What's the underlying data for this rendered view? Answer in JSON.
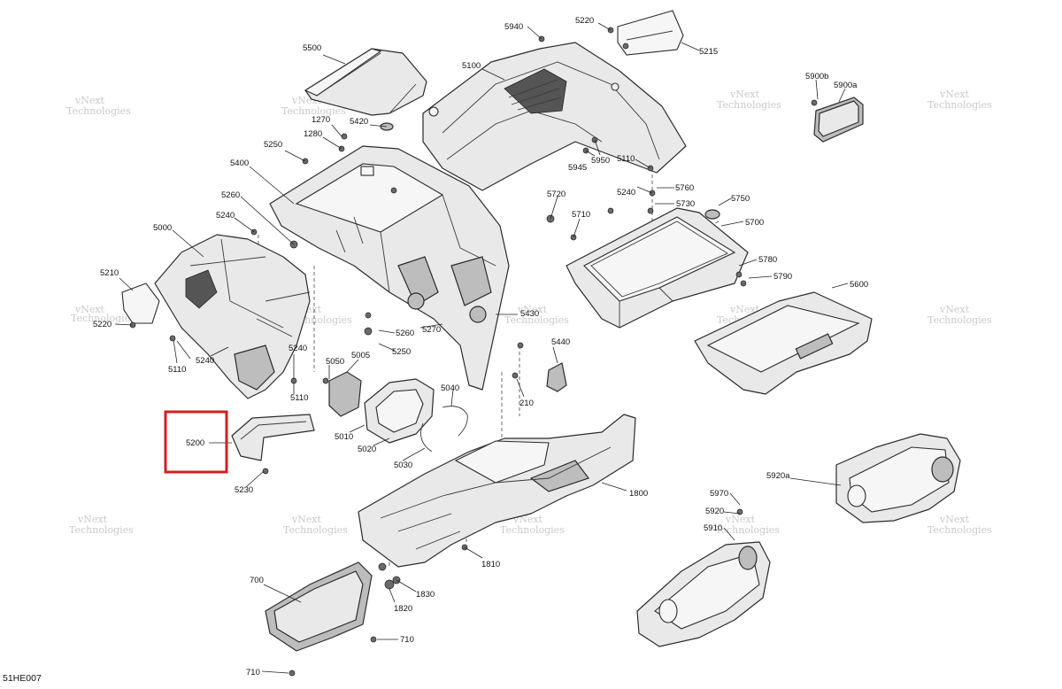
{
  "diagram_code": "51HE007",
  "watermark": {
    "line1": "vNext",
    "line2": "Technologies"
  },
  "highlight": {
    "color": "#d21f1f",
    "label": "5200"
  },
  "callouts": {
    "c5220_top": "5220",
    "c5940": "5940",
    "c5215": "5215",
    "c5500": "5500",
    "c5100": "5100",
    "c5900b": "5900b",
    "c5900a": "5900a",
    "c1270": "1270",
    "c5420": "5420",
    "c1280": "1280",
    "c5250_top": "5250",
    "c5945": "5945",
    "c5950": "5950",
    "c5110_top": "5110",
    "c5400": "5400",
    "c5240_r": "5240",
    "c5760": "5760",
    "c5260_top": "5260",
    "c5720": "5720",
    "c5730": "5730",
    "c5750": "5750",
    "c5240_l": "5240",
    "c5710": "5710",
    "c5700": "5700",
    "c5000": "5000",
    "c5780": "5780",
    "c5210": "5210",
    "c5790": "5790",
    "c5600": "5600",
    "c5430": "5430",
    "c5220_left": "5220",
    "c5260_mid": "5260",
    "c5270": "5270",
    "c5240_mid": "5240",
    "c5250_mid": "5250",
    "c5440": "5440",
    "c5110_left": "5110",
    "c5240_bl": "5240",
    "c5050": "5050",
    "c5005": "5005",
    "c5110_mid": "5110",
    "c5040": "5040",
    "c210": "210",
    "c5200": "5200",
    "c5010": "5010",
    "c5020": "5020",
    "c5030": "5030",
    "c1800": "1800",
    "c5230": "5230",
    "c5920a": "5920a",
    "c5970": "5970",
    "c5920": "5920",
    "c5910": "5910",
    "c1810": "1810",
    "c700": "700",
    "c1830": "1830",
    "c1820": "1820",
    "c710_r": "710",
    "c710_b": "710"
  }
}
